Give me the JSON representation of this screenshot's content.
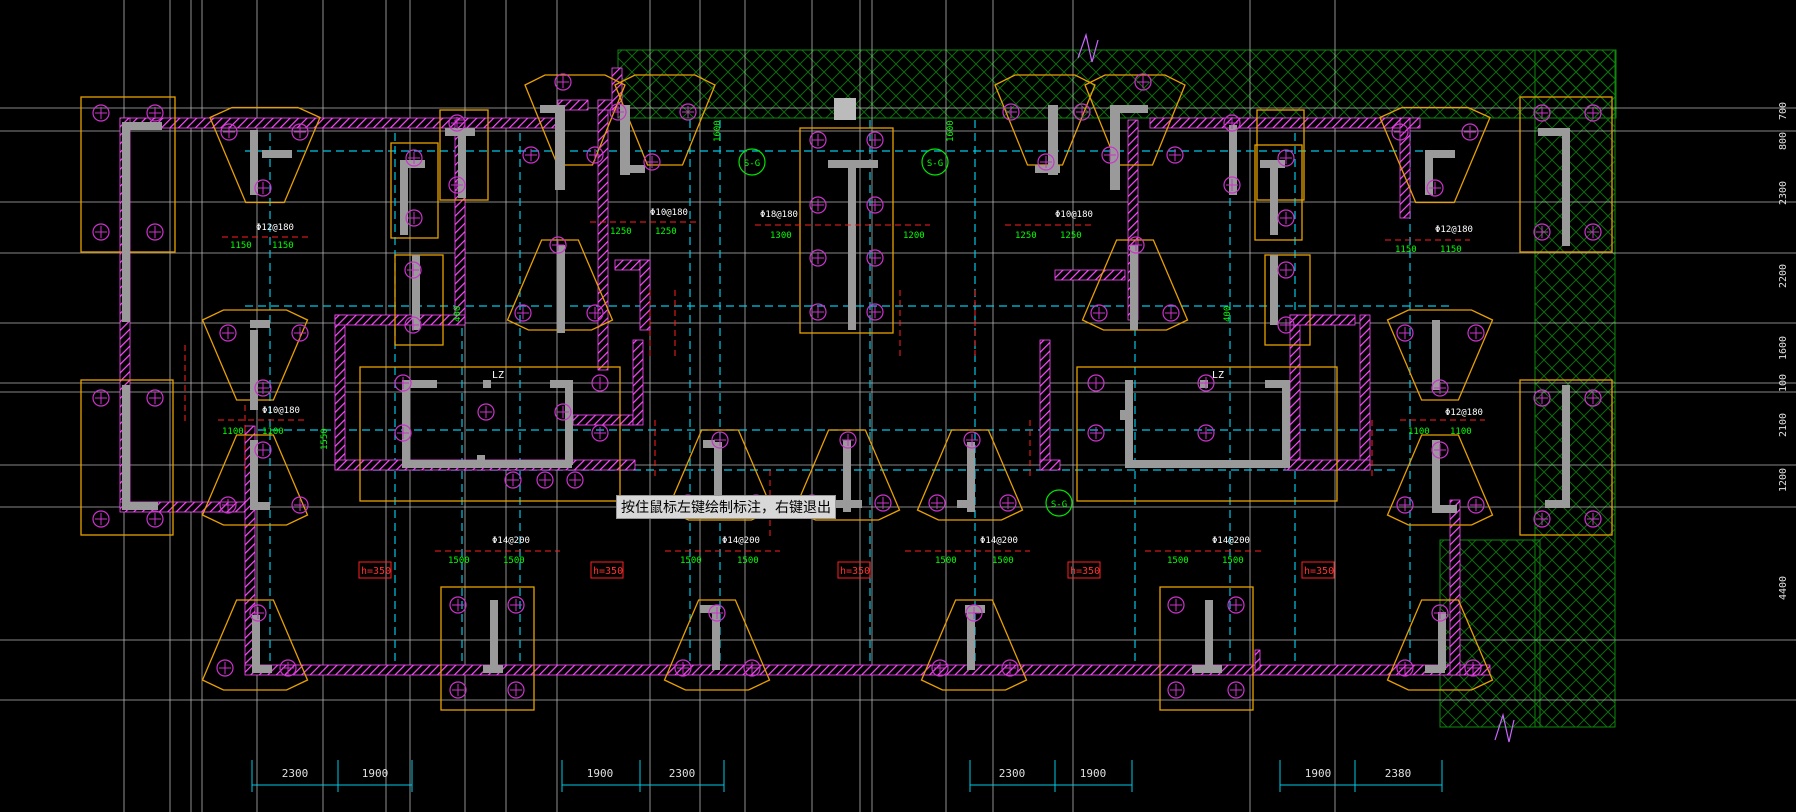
{
  "tooltip": "按住鼠标左键绘制标注，右键退出",
  "colors": {
    "background": "#000000",
    "grid": "#ffffff",
    "wall_hatch": "#ff4cff",
    "pile_cap": "#e8a000",
    "pile": "#cc33cc",
    "column": "#9a9a9a",
    "dim_cyan": "#00c8e6",
    "dim_text": "#00ff00",
    "rebar": "#ff2020",
    "hatch_region": "#0c6a0c"
  },
  "bottom_dims": {
    "g1": [
      "2300",
      "1900"
    ],
    "g2": [
      "1900",
      "2300"
    ],
    "g3": [
      "2300",
      "1900"
    ],
    "g4": [
      "1900",
      "2380"
    ]
  },
  "right_dims": [
    "700",
    "800",
    "2300",
    "2200",
    "1600",
    "100",
    "2100",
    "1200",
    "4400"
  ],
  "height_tags": [
    "h=350",
    "h=350",
    "h=350",
    "h=350",
    "h=350"
  ],
  "sg_tags": [
    "S-G",
    "S-G",
    "S-G"
  ],
  "lz_tags": [
    "LZ",
    "LZ"
  ],
  "rebar_labels": {
    "r1": "Φ12@180",
    "r2": "Φ10@180",
    "r3": "Φ18@180",
    "r4": "Φ10@180",
    "r5": "Φ12@180",
    "r6": "Φ10@180",
    "r7": "Φ12@180",
    "r8": "Φ14@200",
    "r9": "Φ14@200",
    "r10": "Φ14@200",
    "r11": "Φ14@200",
    "r12": "Φ14@200",
    "r13": "Φ14@200",
    "r14": "Φ14@200",
    "r15": "Φ14@200"
  },
  "small_dims": {
    "d1150": "1150",
    "d1250": "1250",
    "d1300": "1300",
    "d1200": "1200",
    "d1100": "1100",
    "d1500": "1500",
    "d1600": "1600",
    "d400": "400",
    "d1550": "1550"
  }
}
